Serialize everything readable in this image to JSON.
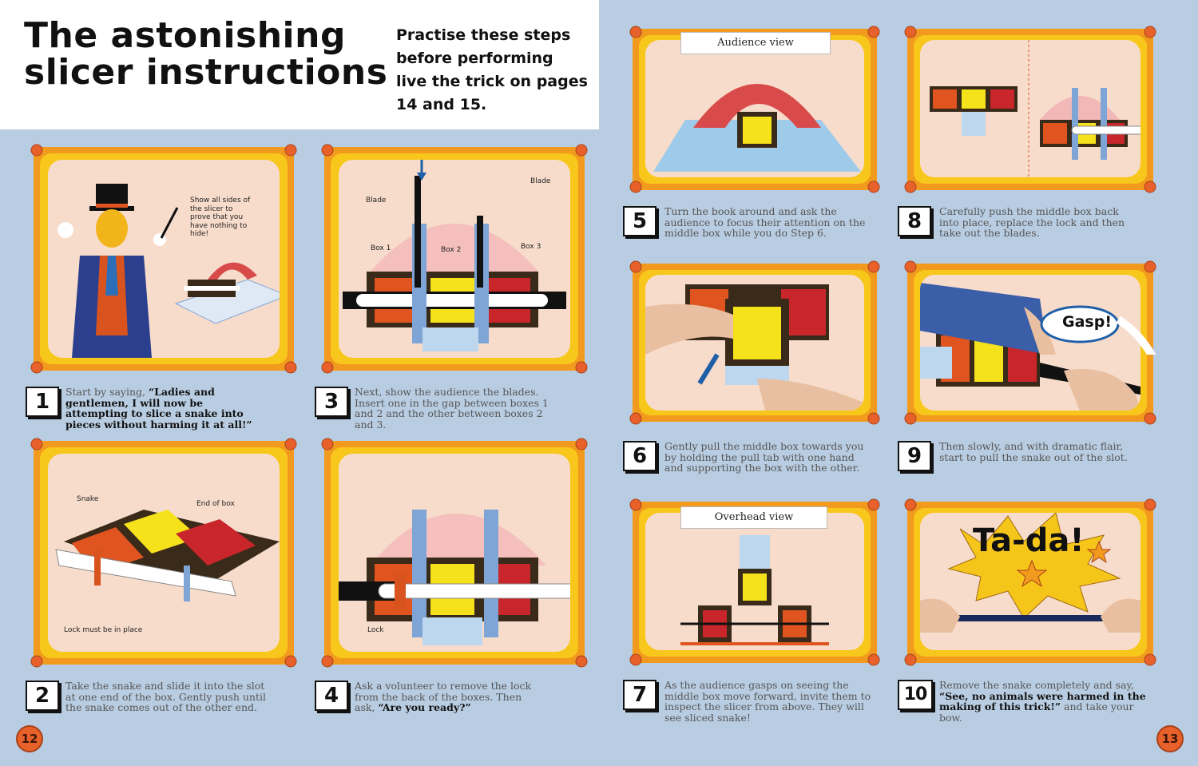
{
  "header": {
    "title_line1": "The astonishing",
    "title_line2": "slicer instructions",
    "intro": "Practise these steps before performing live the trick on pages 14 and 15."
  },
  "steps": {
    "s1": {
      "num": "1",
      "plain": "Start by saying, ",
      "bold": "“Ladies and gentlemen, I will now be attempting to slice a snake into pieces without harming it at all!”",
      "tail": ""
    },
    "s2": {
      "num": "2",
      "plain": "Take the snake and slide it into the slot at one end of the box. Gently push until the snake comes out of the other end.",
      "bold": "",
      "tail": ""
    },
    "s3": {
      "num": "3",
      "plain": "Next, show the audience the blades. Insert one in the gap between boxes 1 and 2 and the other between boxes 2 and 3.",
      "bold": "",
      "tail": ""
    },
    "s4": {
      "num": "4",
      "plain": "Ask a volunteer to remove the lock from the back of the boxes. Then ask, ",
      "bold": "“Are you ready?”",
      "tail": ""
    },
    "s5": {
      "num": "5",
      "plain": "Turn the book around and ask the audience to focus their attention on the middle box while you do Step 6.",
      "bold": "",
      "tail": ""
    },
    "s6": {
      "num": "6",
      "plain": "Gently pull the middle box towards you by holding the pull tab with one hand and supporting the box with the other.",
      "bold": "",
      "tail": ""
    },
    "s7": {
      "num": "7",
      "plain": "As the audience gasps on seeing the middle box move forward, invite them to inspect the slicer from above. They will see sliced snake!",
      "bold": "",
      "tail": ""
    },
    "s8": {
      "num": "8",
      "plain": "Carefully push the middle box back into place, replace the lock and then take out the blades.",
      "bold": "",
      "tail": ""
    },
    "s9": {
      "num": "9",
      "plain": "Then slowly, and with dramatic flair, start to pull the snake out of the slot.",
      "bold": "",
      "tail": ""
    },
    "s10": {
      "num": "10",
      "plain": "Remove the snake completely and say, ",
      "bold": "“See, no animals were harmed in the making of this trick!”",
      "tail": " and take your bow."
    }
  },
  "callouts": {
    "show_sides": "Show all sides of the slicer to prove that you have nothing to hide!",
    "blade": "Blade",
    "box1": "Box 1",
    "box2": "Box 2",
    "box3": "Box 3",
    "snake": "Snake",
    "end_of_box": "End of box",
    "lock_in_place": "Lock must be in place",
    "lock": "Lock"
  },
  "view_labels": {
    "audience": "Audience view",
    "overhead": "Overhead view"
  },
  "exclamations": {
    "gasp": "Gasp!",
    "tada": "Ta-da!"
  },
  "page_numbers": {
    "left": "12",
    "right": "13"
  },
  "colors": {
    "background": "#b9cde2",
    "frame_orange": "#f29a1e",
    "frame_yellow": "#f8c71b",
    "stage_pink": "#f7dccb",
    "box_orange": "#e0551f",
    "box_yellow": "#f6e21a",
    "box_red": "#c9262b",
    "blade_blue": "#7ea5d6",
    "page_number_orange": "#e8612a"
  }
}
